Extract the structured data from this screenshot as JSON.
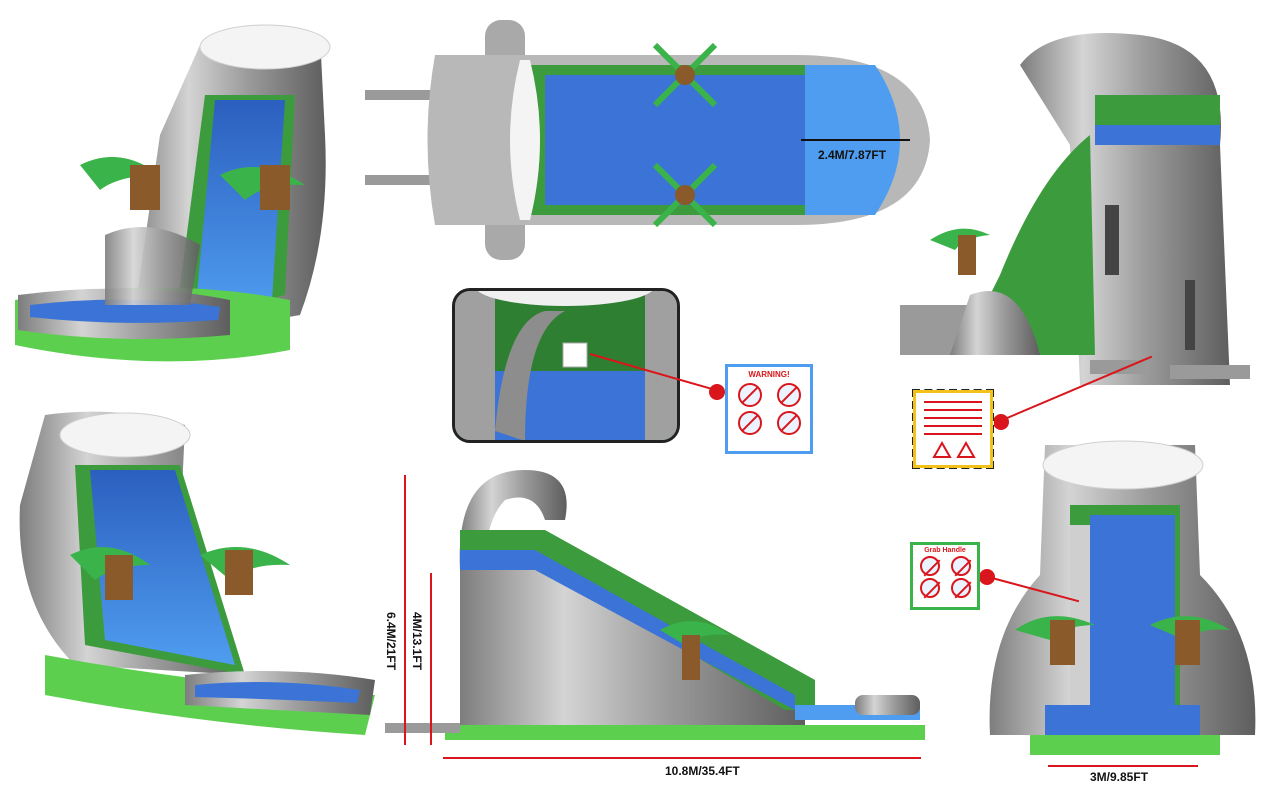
{
  "dimensions": {
    "width_top": "2.4M/7.87FT",
    "height_total": "6.4M/21FT",
    "height_platform": "4M/13.1FT",
    "length": "10.8M/35.4FT",
    "width_front": "3M/9.85FT"
  },
  "warning_sign": {
    "title": "WARNING!"
  },
  "grab_sign": {
    "title": "Grab Handle"
  },
  "colors": {
    "blue": "#3b74d6",
    "light_blue": "#4f9df0",
    "green": "#3c9b3c",
    "grass": "#5cd04e",
    "gray": "#9a9a9a",
    "dark_gray": "#5d5d5d",
    "red": "#d9161c"
  }
}
